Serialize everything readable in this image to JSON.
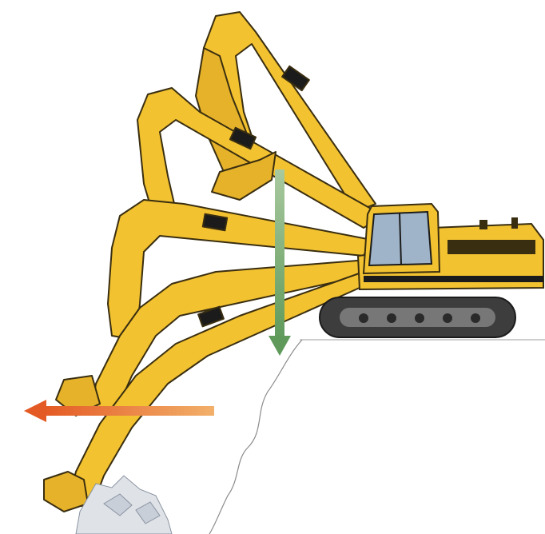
{
  "diagram": {
    "colors": {
      "yellow": "#f2c230",
      "yellow_dark": "#d9a21c",
      "outline": "#3a2e10",
      "black": "#1b1b1b",
      "track_gray": "#555555",
      "cab_glass": "#9fb4c8",
      "ground_line": "#9a9a9a",
      "force_down_arrow": "#6fa36a",
      "force_left_arrow": "#e86a2a",
      "rock": "#d8dde3"
    },
    "arms": [
      {
        "pose": "raised-high"
      },
      {
        "pose": "raised"
      },
      {
        "pose": "mid"
      },
      {
        "pose": "low"
      },
      {
        "pose": "digging"
      }
    ]
  }
}
